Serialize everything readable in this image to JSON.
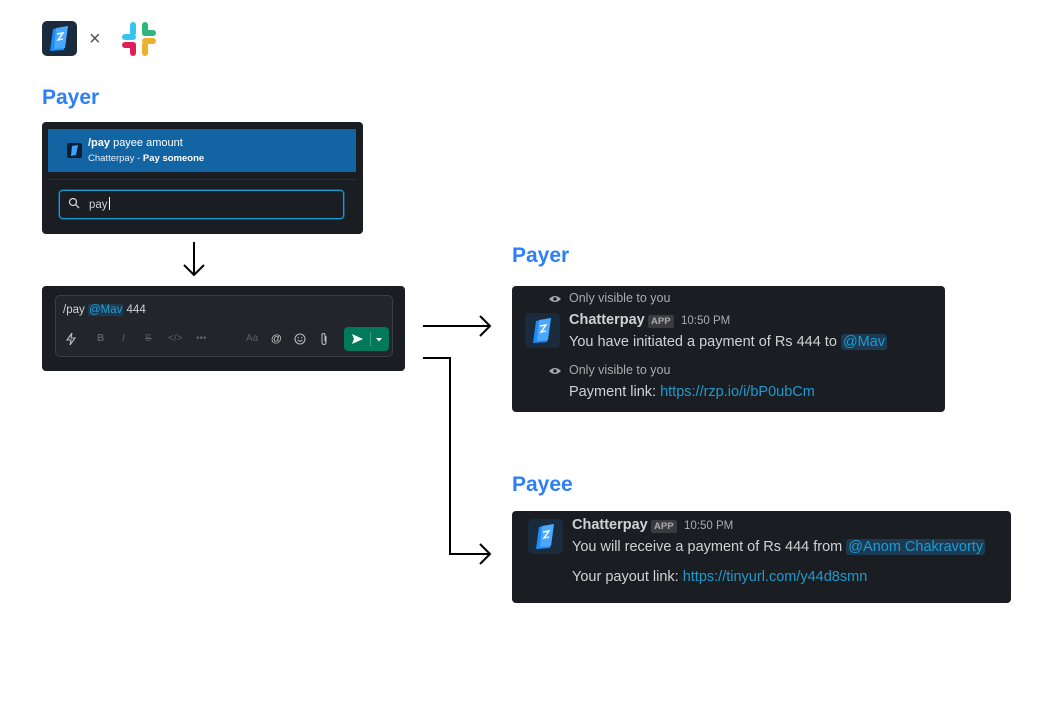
{
  "logos": {
    "separator": "×",
    "left_icon": "chatterpay-logo-icon",
    "right_icon": "slack-logo-icon"
  },
  "payer_label_1": "Payer",
  "payer_label_2": "Payer",
  "payee_label": "Payee",
  "slash_panel": {
    "command": "/pay",
    "command_args": " payee amount",
    "app_name": "Chatterpay - ",
    "description": "Pay someone",
    "search_value": "pay"
  },
  "composer": {
    "command": "/pay ",
    "mention": "@Mav",
    "amount": " 444",
    "tools": {
      "format": "Aa",
      "mention": "@"
    }
  },
  "payer_message": {
    "only_visible_1": "Only visible to you",
    "sender": "Chatterpay",
    "badge": "APP",
    "time": "10:50 PM",
    "text_prefix": "You have initiated a payment of Rs 444 to ",
    "mention": "@Mav",
    "only_visible_2": "Only visible to you",
    "link_label": "Payment link: ",
    "link": "https://rzp.io/i/bP0ubCm"
  },
  "payee_message": {
    "sender": "Chatterpay",
    "badge": "APP",
    "time": "10:50 PM",
    "text_prefix": "You will receive a payment of Rs 444 from ",
    "mention": "@Anom Chakravorty",
    "link_label": "Your payout link: ",
    "link": "https://tinyurl.com/y44d8smn"
  },
  "colors": {
    "accent_blue": "#2d7ff9",
    "slack_dark": "#1a1d21",
    "selection_blue": "#1264a3",
    "link_blue": "#1d9bd1",
    "send_green": "#007a5a"
  }
}
